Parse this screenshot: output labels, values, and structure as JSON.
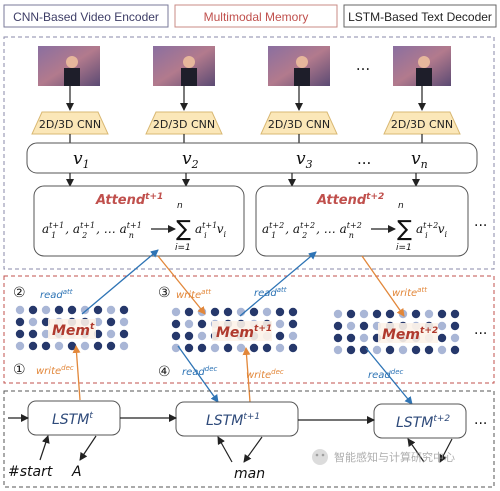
{
  "header": {
    "encoder_label": "CNN-Based Video Encoder",
    "memory_label": "Multimodal Memory",
    "decoder_label": "LSTM-Based Text Decoder"
  },
  "encoder": {
    "cnn_label": "2D/3D CNN",
    "ellipsis": "...",
    "v1": "v",
    "v1_sub": "1",
    "v2": "v",
    "v2_sub": "2",
    "v3": "v",
    "v3_sub": "3",
    "vn": "v",
    "vn_sub": "n",
    "v_ellipsis": "..."
  },
  "attention": {
    "attend1": "Attend",
    "attend1_sup": "t+1",
    "attend2": "Attend",
    "attend2_sup": "t+2",
    "trailing_ellipsis": "..."
  },
  "memory": {
    "step2": "②",
    "step3": "③",
    "step1": "①",
    "step4": "④",
    "read_att": "read",
    "read_att_sup": "att",
    "write_att": "write",
    "write_att_sup": "att",
    "write_dec": "write",
    "write_dec_sup": "dec",
    "read_dec": "read",
    "read_dec_sup": "dec",
    "mem1": "Mem",
    "mem1_sup": "t",
    "mem2": "Mem",
    "mem2_sup": "t+1",
    "mem3": "Mem",
    "mem3_sup": "t+2",
    "trailing_ellipsis": "..."
  },
  "decoder": {
    "lstm1": "LSTM",
    "lstm1_sup": "t",
    "lstm2": "LSTM",
    "lstm2_sup": "t+1",
    "lstm3": "LSTM",
    "lstm3_sup": "t+2",
    "input1": "#start",
    "output1": "A",
    "output2": "man",
    "trailing_ellipsis": "..."
  },
  "watermark": "智能感知与计算研究中心",
  "colors": {
    "memory_accent": "#c0504d",
    "attend_text": "#c0504d",
    "mem_text": "#b03a2e",
    "read_arrow": "#2e74b5",
    "write_arrow": "#e2873a",
    "cnn_fill": "#fbe7b8",
    "dot_dark": "#26386b",
    "dot_light": "#a9b6d6"
  }
}
